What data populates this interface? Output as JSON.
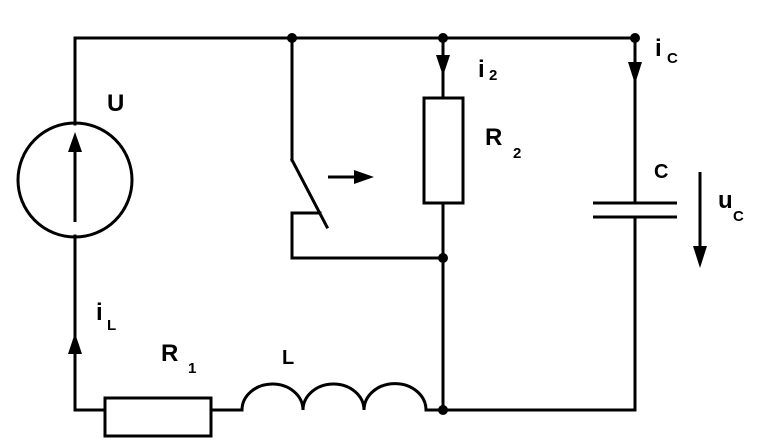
{
  "colors": {
    "line": "#000000",
    "background": "#ffffff"
  },
  "labels": {
    "source": "U",
    "i2": "i",
    "i2_sub": "2",
    "ic": "i",
    "ic_sub": "C",
    "r2": "R",
    "r2_sub": "2",
    "c": "C",
    "uc": "u",
    "uc_sub": "C",
    "il": "i",
    "il_sub": "L",
    "r1": "R",
    "r1_sub": "1",
    "l": "L"
  }
}
